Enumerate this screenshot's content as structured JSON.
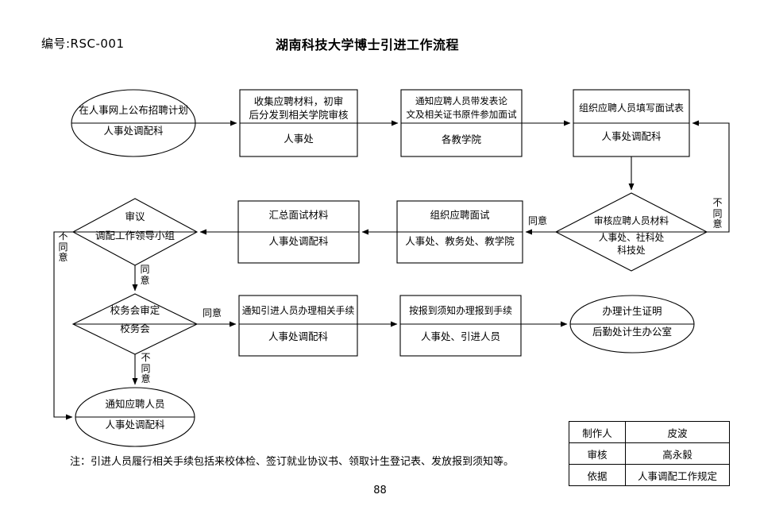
{
  "document": {
    "code": "编号:RSC-001",
    "title": "湖南科技大学博士引进工作流程",
    "page_number": "88",
    "note": "注：引进人员履行相关手续包括来校体检、签订就业协议书、领取计生登记表、发放报到须知等。"
  },
  "nodes": {
    "start": {
      "shape": "ellipse",
      "title": "在人事网上公布招聘计划",
      "owner": "人事处调配科"
    },
    "collect": {
      "shape": "rect",
      "title_line1": "收集应聘材料，初审",
      "title_line2": "后分发到相关学院审核",
      "owner": "人事处"
    },
    "notify_interview": {
      "shape": "rect",
      "title_line1": "通知应聘人员带发表论",
      "title_line2": "文及相关证书原件参加面试",
      "owner": "各教学院"
    },
    "fill_form": {
      "shape": "rect",
      "title": "组织应聘人员填写面试表",
      "owner": "人事处调配科"
    },
    "review_materials": {
      "shape": "diamond",
      "title": "审核应聘人员材料",
      "owner_line1": "人事处、社科处",
      "owner_line2": "科技处"
    },
    "organize_interview": {
      "shape": "rect",
      "title": "组织应聘面试",
      "owner": "人事处、教务处、教学院"
    },
    "summarize": {
      "shape": "rect",
      "title": "汇总面试材料",
      "owner": "人事处调配科"
    },
    "deliberate": {
      "shape": "diamond",
      "title": "审议",
      "owner": "调配工作领导小组"
    },
    "school_approval": {
      "shape": "diamond",
      "title": "校务会审定",
      "owner": "校务会"
    },
    "notify_procedures": {
      "shape": "rect",
      "title": "通知引进人员办理相关手续",
      "owner": "人事处调配科"
    },
    "report_procedures": {
      "shape": "rect",
      "title": "按报到须知办理报到手续",
      "owner": "人事处、引进人员"
    },
    "family_planning": {
      "shape": "ellipse",
      "title": "办理计生证明",
      "owner": "后勤处计生办公室"
    },
    "notify_applicant": {
      "shape": "ellipse",
      "title": "通知应聘人员",
      "owner": "人事处调配科"
    }
  },
  "edge_labels": {
    "review_agree": "同意",
    "review_disagree": "不同意",
    "deliberate_disagree": "不同意",
    "deliberate_agree": "同意",
    "school_agree": "同意",
    "school_disagree": "不同意"
  },
  "signature_table": {
    "rows": [
      {
        "key": "制作人",
        "value": "皮波"
      },
      {
        "key": "审核",
        "value": "高永毅"
      },
      {
        "key": "依据",
        "value": "人事调配工作规定"
      }
    ]
  }
}
